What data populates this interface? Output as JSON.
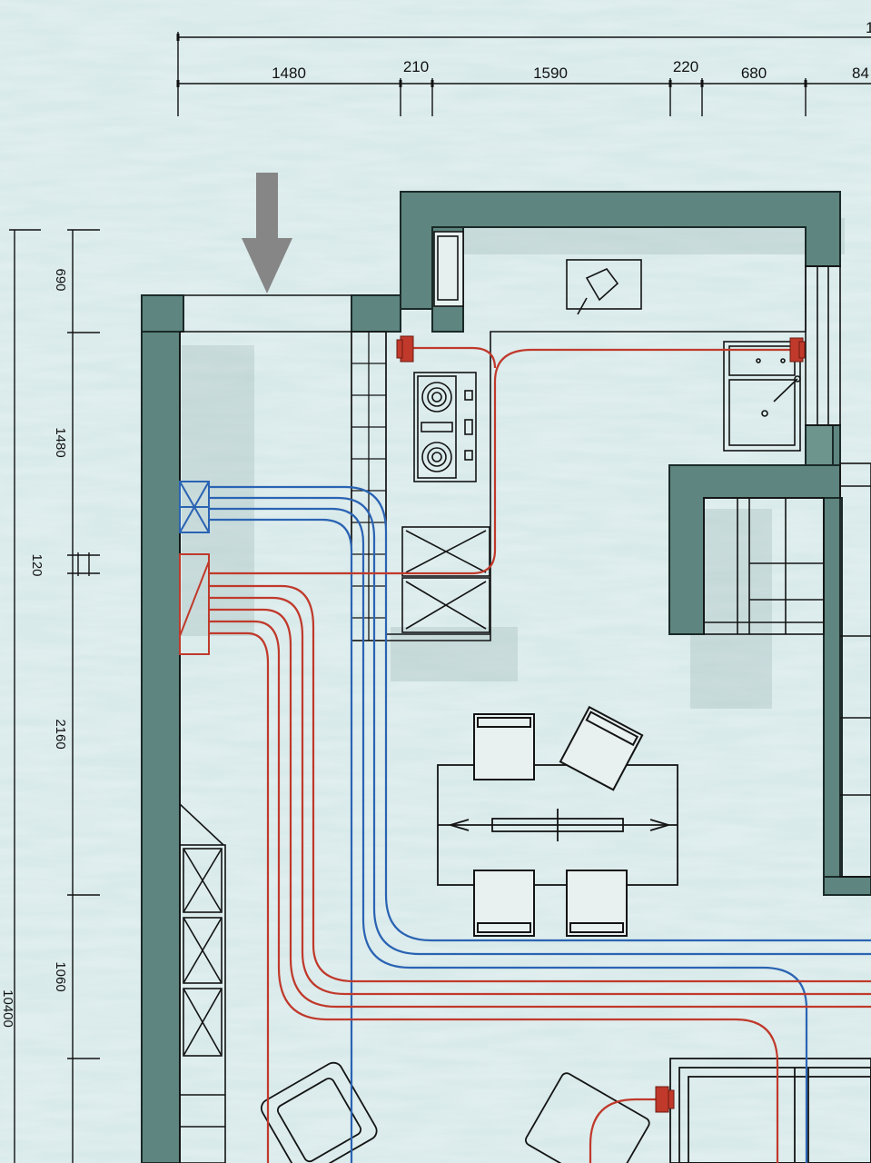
{
  "dimensions": {
    "horizontal": [
      "1480",
      "210",
      "1590",
      "220",
      "680",
      "84"
    ],
    "horizontal_overall": "1",
    "vertical": [
      "690",
      "1480",
      "120",
      "2160",
      "1060"
    ],
    "vertical_overall": "10400"
  },
  "colors": {
    "wall_fill": "#5e857f",
    "wall_outline": "#1a2a28",
    "line": "#141414",
    "hot_pipe": "#c0392b",
    "cold_pipe": "#2a63b3",
    "arrow": "#868686",
    "paper": "#dfeced"
  },
  "icons": {
    "entrance_arrow": "down-arrow-icon",
    "hot_water_valve": "red-valve-icon",
    "cold_manifold": "blue-manifold-icon",
    "hot_manifold": "red-manifold-icon"
  }
}
